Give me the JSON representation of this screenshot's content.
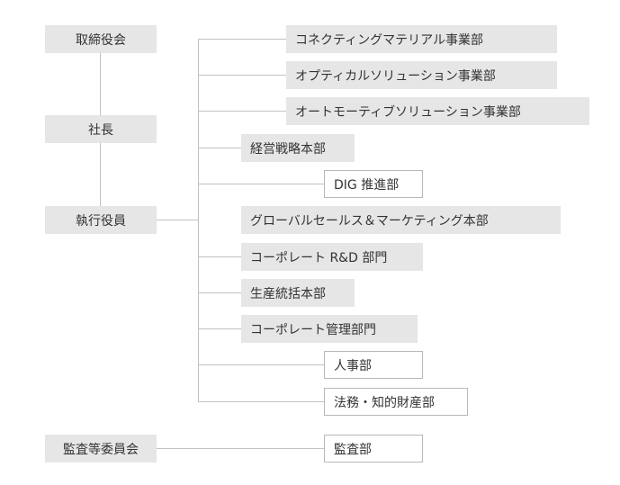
{
  "governance": {
    "board": "取締役会",
    "president": "社長",
    "executive_officers": "執行役員",
    "audit_committee": "監査等委員会"
  },
  "departments": [
    "コネクティングマテリアル事業部",
    "オプティカルソリューション事業部",
    "オートモーティブソリューション事業部",
    "経営戦略本部",
    "DIG 推進部",
    "グローバルセールス＆マーケティング本部",
    "コーポレート R&D 部門",
    "生産統括本部",
    "コーポレート管理部門",
    "人事部",
    "法務・知的財産部"
  ],
  "audit_department": "監査部",
  "colors": {
    "filled_box": "#e6e6e6",
    "outline_border": "#b8b8b8",
    "line": "#c2c2c2",
    "text": "#333333"
  }
}
